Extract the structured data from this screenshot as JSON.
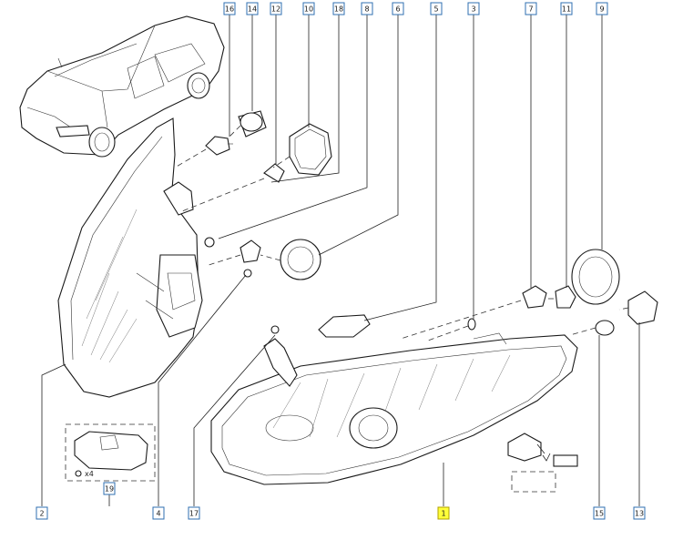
{
  "callouts": {
    "c16": "16",
    "c14": "14",
    "c12": "12",
    "c10": "10",
    "c18": "18",
    "c8": "8",
    "c6": "6",
    "c5": "5",
    "c3": "3",
    "c7": "7",
    "c11": "11",
    "c9": "9",
    "c2": "2",
    "c19": "19",
    "c4": "4",
    "c17": "17",
    "c1": "1",
    "c15": "15",
    "c13": "13"
  },
  "quantity_label": "x4",
  "highlight_color": "#ffff3a",
  "callout_border_color": "#2f6fb0"
}
